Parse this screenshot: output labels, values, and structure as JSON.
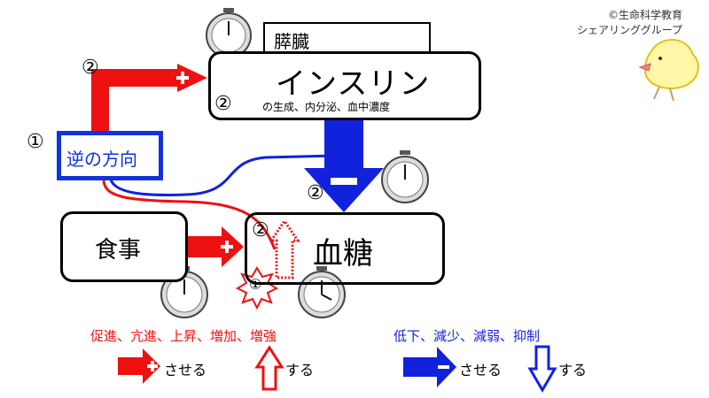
{
  "copyright": "©生命科学教育",
  "org": "シェアリンググループ",
  "organ_label": "膵臓",
  "insulin": {
    "title": "インスリン",
    "detail": "の生成、内分泌、血中濃度"
  },
  "reverse_label": "逆の方向",
  "meal_label": "食事",
  "blood_sugar_label": "血糖",
  "step_one": "①",
  "step_two": "②",
  "legend": {
    "increase_terms": "促進、亢進、上昇、増加、増強",
    "decrease_terms": "低下、減少、減弱、抑制",
    "cause_text": "させる",
    "do_text": "する"
  },
  "colors": {
    "increase": "#ee1111",
    "decrease": "#1122dd",
    "reverse_border": "#1133dd",
    "outline": "#000000"
  }
}
